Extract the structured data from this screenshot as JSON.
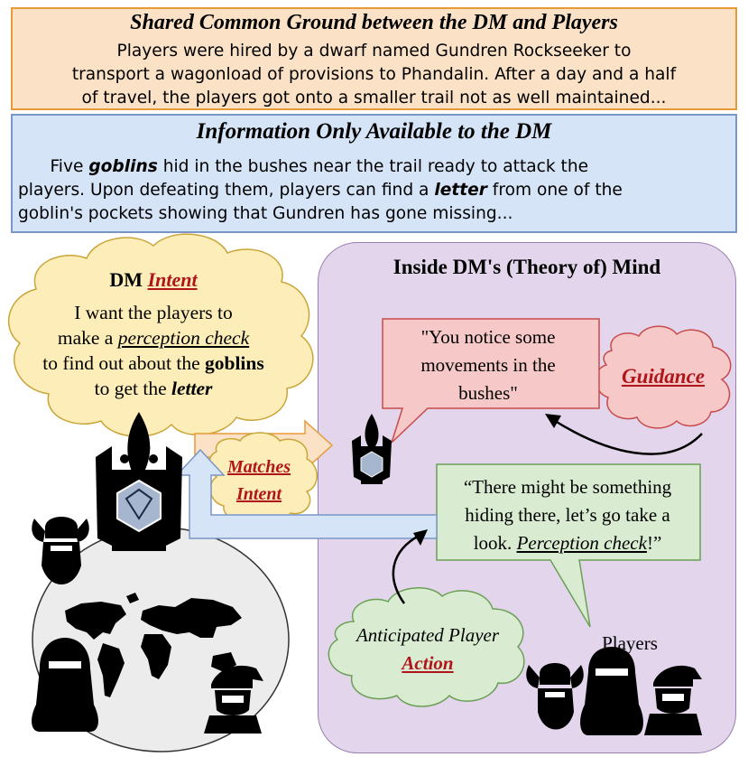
{
  "common": {
    "title": "Shared Common Ground between the DM and Players",
    "line1": "Players were hired by a dwarf named Gundren Rockseeker to",
    "line2": "transport a wagonload of provisions to Phandalin. After a day and a half",
    "line3": "of travel, the players got onto a smaller trail not as well maintained..."
  },
  "dm_info": {
    "title": "Information Only Available to the DM",
    "l1_a": "Five ",
    "l1_b": "goblins",
    "l1_c": " hid in the bushes near the trail ready to attack the",
    "l2_a": "players. Upon defeating them, players can find a ",
    "l2_b": "letter",
    "l2_c": " from one of the",
    "l3": "goblin's pockets showing that Gundren has gone missing..."
  },
  "mind": {
    "title": "Inside DM's (Theory of) Mind"
  },
  "intent": {
    "title_a": "DM ",
    "title_b": "Intent",
    "l1": "I want the players to",
    "l2_a": "make a ",
    "l2_b": "perception check",
    "l3_a": "to find out about the ",
    "l3_b": "goblins",
    "l4_a": "to get the ",
    "l4_b": "letter"
  },
  "guidance": {
    "l1": "\"You notice some",
    "l2": "movements in the",
    "l3": "bushes\"",
    "label": "Guidance"
  },
  "matches": {
    "l1": "Matches",
    "l2": "Intent"
  },
  "player_quote": {
    "l1": "“There might be something",
    "l2": "hiding there, let’s go take a",
    "l3_a": "look. ",
    "l3_b": "Perception check",
    "l3_c": "!”"
  },
  "anticipated": {
    "l1": "Anticipated Player",
    "l2": "Action"
  },
  "players_label": "Players",
  "colors": {
    "orange_fill": "#fbe2c6",
    "orange_border": "#e89a36",
    "blue_fill": "#d6e4f7",
    "blue_border": "#7896c8",
    "purple_fill": "#e3d5ec",
    "red_text": "#b0151a",
    "yellow_cloud": "#fdedb8",
    "pink_bubble": "#f6c8c8",
    "green_bubble": "#d9ecd1"
  }
}
